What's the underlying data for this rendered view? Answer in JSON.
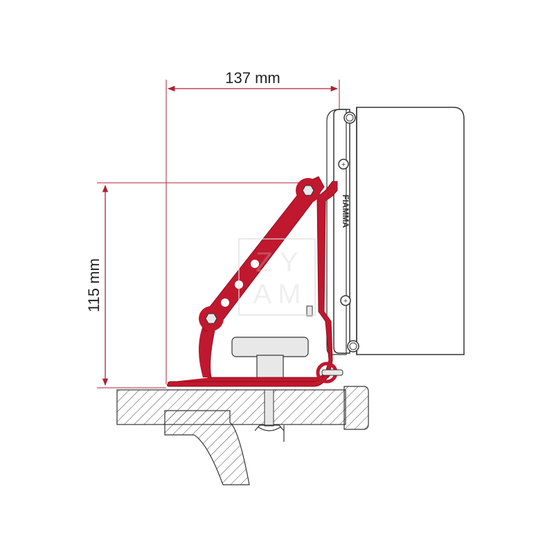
{
  "diagram": {
    "subject": "Awning mounting bracket adapter",
    "dimensions": {
      "width": {
        "label": "137 mm"
      },
      "height": {
        "label": "115 mm"
      }
    },
    "brand_label": "FIAMMA",
    "watermark": {
      "line1": "Z Y",
      "line2": "A M"
    },
    "colors": {
      "bracket": "#c0182e",
      "dimension_line": "#b02030",
      "outline": "#333333",
      "fill_light": "#e8e8e8"
    }
  }
}
